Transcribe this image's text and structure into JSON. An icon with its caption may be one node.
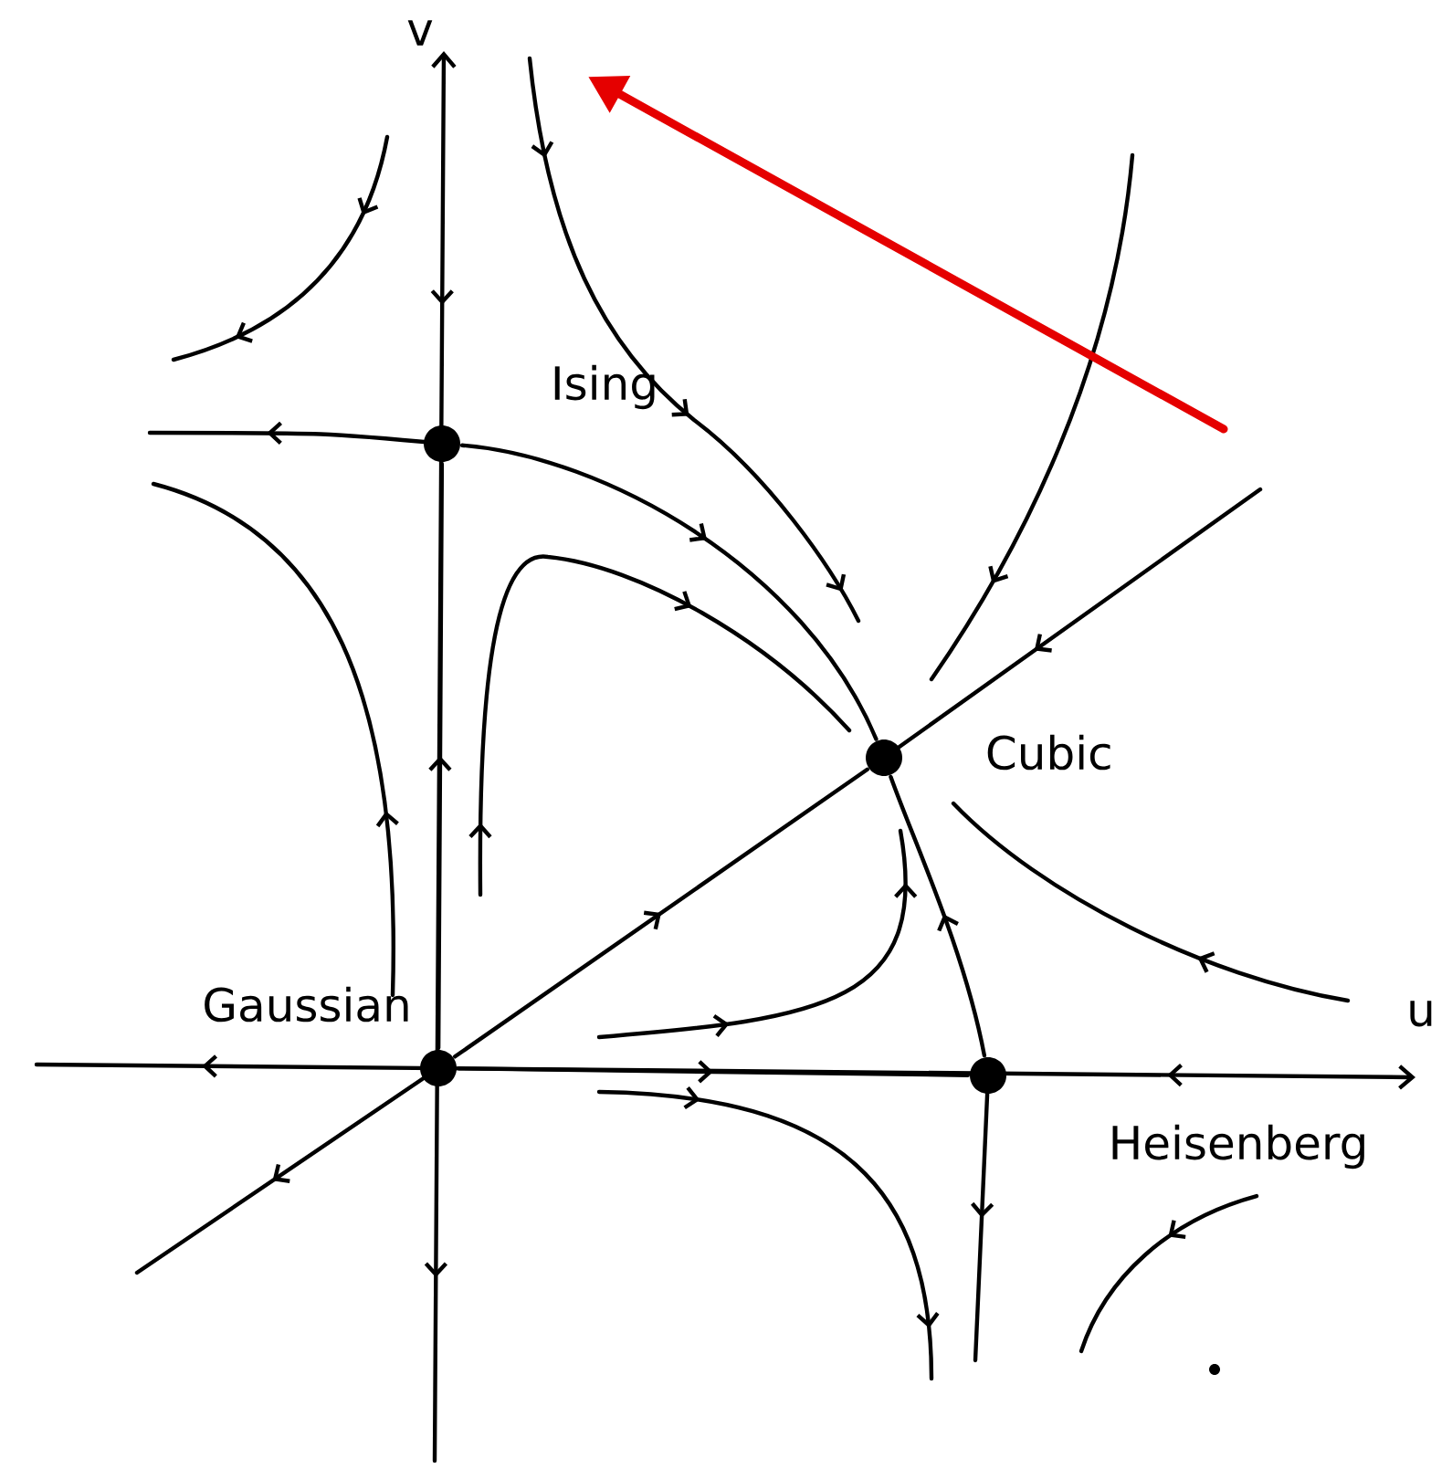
{
  "diagram": {
    "nodes": [
      {
        "text": [],
        "shape": "circle",
        "beside": [
          "Ising"
        ]
      },
      {
        "text": [],
        "shape": "circle",
        "beside": [
          "Cubic"
        ]
      },
      {
        "text": [],
        "shape": "circle",
        "beside": [
          "Gaussian"
        ]
      },
      {
        "text": [],
        "shape": "circle",
        "beside": [
          "Heisenberg"
        ]
      }
    ],
    "edges": [
      {
        "from": 2,
        "to": 0,
        "arrow": "to"
      },
      {
        "from": 2,
        "to": 1,
        "arrow": "to"
      },
      {
        "from": 2,
        "to": 3,
        "arrow": "to"
      },
      {
        "from": 0,
        "to": 1,
        "arrow": "to"
      },
      {
        "from": 3,
        "to": 1,
        "arrow": "to"
      }
    ],
    "labels": [
      "v",
      "u"
    ]
  }
}
